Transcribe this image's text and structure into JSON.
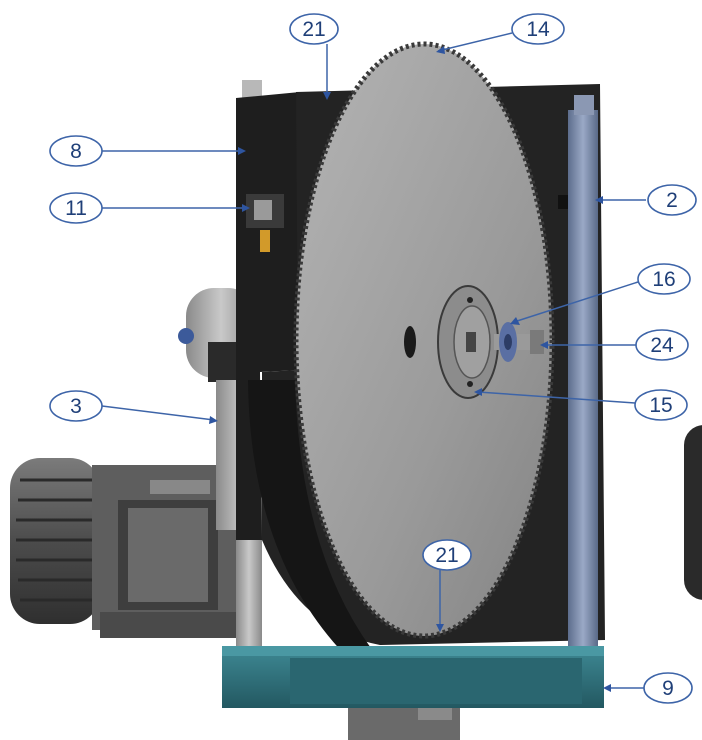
{
  "callouts": {
    "c21_top": "21",
    "c14": "14",
    "c8": "8",
    "c11": "11",
    "c2": "2",
    "c16": "16",
    "c24": "24",
    "c15": "15",
    "c3": "3",
    "c21_bottom": "21",
    "c9": "9"
  },
  "colors": {
    "callout_text": "#1f3f78",
    "callout_line": "#3d64a8",
    "blade": "#9a9a9a",
    "housing": "#1c1c1c",
    "column": "#6f7f9c",
    "base": "#2e6f7a",
    "motor": "#5a5a5a"
  }
}
